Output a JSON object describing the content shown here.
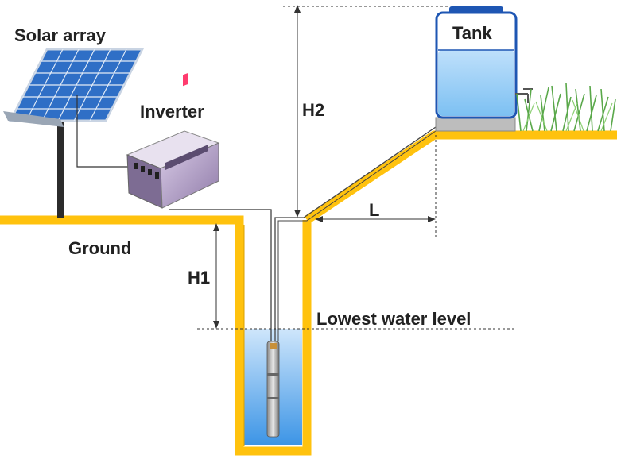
{
  "labels": {
    "solar_array": "Solar array",
    "inverter": "Inverter",
    "ground": "Ground",
    "tank": "Tank",
    "h1": "H1",
    "h2": "H2",
    "l": "L",
    "lowest_water_level": "Lowest water level"
  },
  "colors": {
    "ground_line": "#FFC20E",
    "water": "#4FA3E8",
    "panel": "#2F6FC6",
    "inverter_body": "#B8A6CC",
    "text": "#222222"
  }
}
